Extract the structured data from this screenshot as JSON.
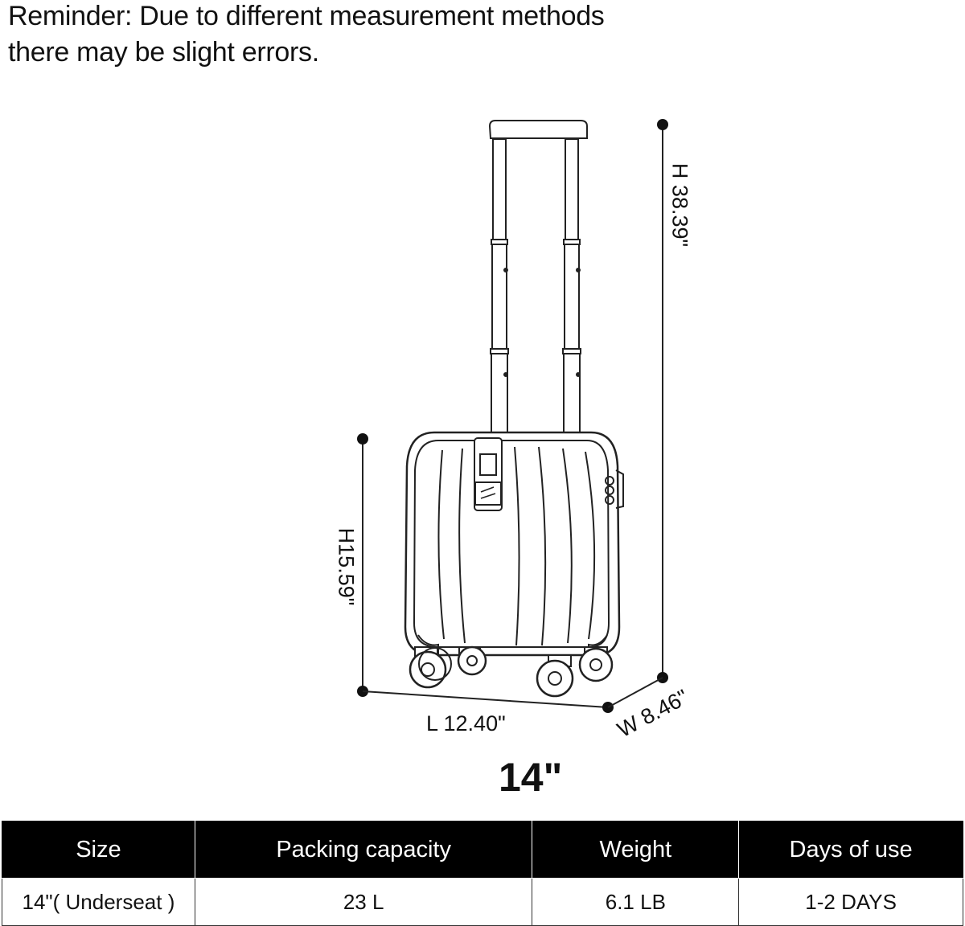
{
  "reminder": {
    "line1": "Reminder: Due to different measurement methods",
    "line2": "there may be slight errors."
  },
  "dimensions": {
    "total_height": "H 38.39\"",
    "body_height": "H15.59\"",
    "length": "L 12.40\"",
    "width": "W 8.46\""
  },
  "size_title": "14\"",
  "spec_table": {
    "headers": [
      "Size",
      "Packing capacity",
      "Weight",
      "Days of use"
    ],
    "row": [
      "14\"( Underseat )",
      "23 L",
      "6.1 LB",
      "1-2 DAYS"
    ]
  }
}
